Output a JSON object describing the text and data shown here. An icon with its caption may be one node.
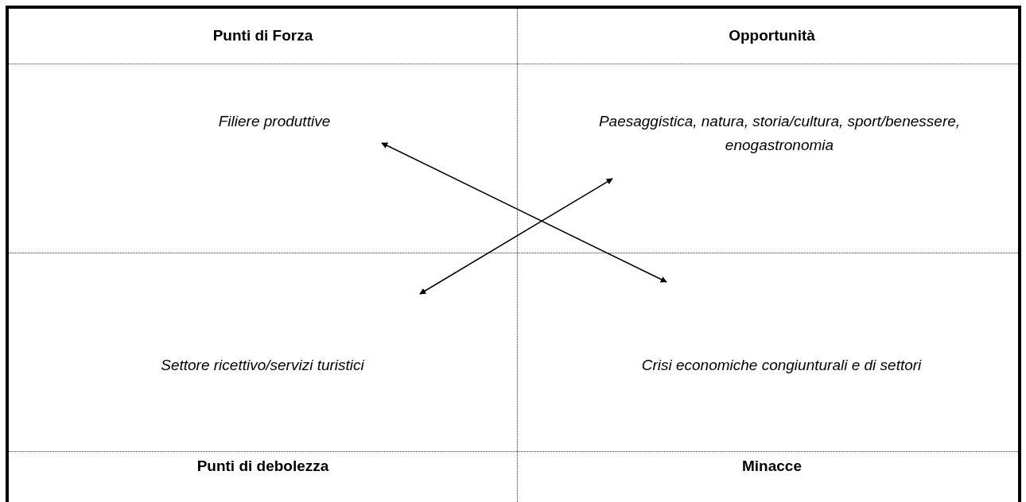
{
  "diagram": {
    "nodes": [
      {
        "text": [
          "Filiere produttive"
        ]
      },
      {
        "text": [
          "Paesaggistica, natura, storia/cultura, sport/benessere, enogastronomia"
        ]
      },
      {
        "text": [
          "Settore ricettivo/servizi turistici"
        ]
      },
      {
        "text": [
          "Crisi economiche congiunturali e di settori"
        ]
      }
    ],
    "edges": [
      {
        "from": 0,
        "to": 3,
        "arrow": "both"
      },
      {
        "from": 2,
        "to": 1,
        "arrow": "both"
      }
    ],
    "labels": [
      "Punti di Forza",
      "Opportunità",
      "Punti di debolezza",
      "Minacce"
    ]
  }
}
